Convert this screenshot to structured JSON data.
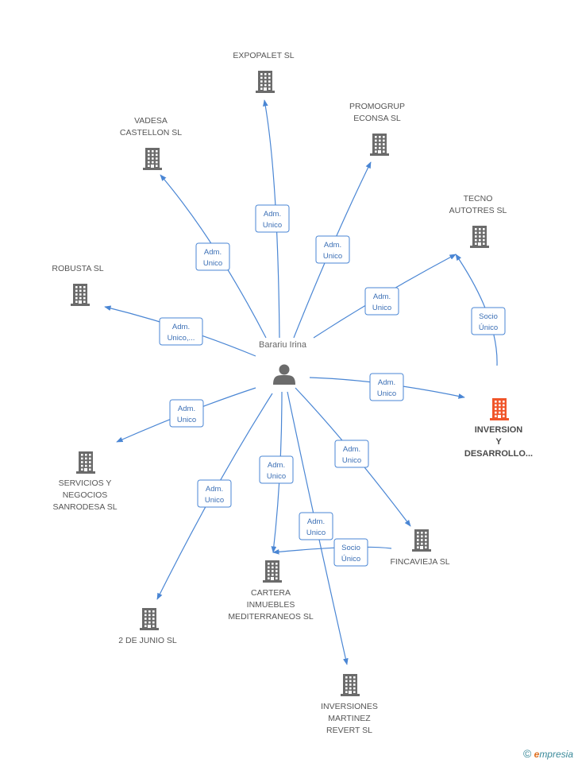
{
  "person": {
    "name": "Barariu Irina"
  },
  "companies": [
    {
      "id": "expopalet",
      "lines": [
        "EXPOPALET SL"
      ],
      "main": false
    },
    {
      "id": "vadesa",
      "lines": [
        "VADESA",
        "CASTELLON SL"
      ],
      "main": false
    },
    {
      "id": "promogrup",
      "lines": [
        "PROMOGRUP",
        "ECONSA SL"
      ],
      "main": false
    },
    {
      "id": "tecno",
      "lines": [
        "TECNO",
        "AUTOTRES SL"
      ],
      "main": false
    },
    {
      "id": "robusta",
      "lines": [
        "ROBUSTA SL"
      ],
      "main": false
    },
    {
      "id": "inversion",
      "lines": [
        "INVERSION",
        "Y",
        "DESARROLLO..."
      ],
      "main": true
    },
    {
      "id": "servicios",
      "lines": [
        "SERVICIOS Y",
        "NEGOCIOS",
        "SANRODESA SL"
      ],
      "main": false
    },
    {
      "id": "fincavieja",
      "lines": [
        "FINCAVIEJA SL"
      ],
      "main": false
    },
    {
      "id": "cartera",
      "lines": [
        "CARTERA",
        "INMUEBLES",
        "MEDITERRANEOS SL"
      ],
      "main": false
    },
    {
      "id": "junio",
      "lines": [
        "2 DE JUNIO SL"
      ],
      "main": false
    },
    {
      "id": "martinez",
      "lines": [
        "INVERSIONES",
        "MARTINEZ",
        "REVERT SL"
      ],
      "main": false
    }
  ],
  "relations": [
    {
      "from": "person",
      "to": "expopalet",
      "lines": [
        "Adm.",
        "Unico"
      ]
    },
    {
      "from": "person",
      "to": "vadesa",
      "lines": [
        "Adm.",
        "Unico"
      ]
    },
    {
      "from": "person",
      "to": "promogrup",
      "lines": [
        "Adm.",
        "Unico"
      ]
    },
    {
      "from": "person",
      "to": "tecno",
      "lines": [
        "Adm.",
        "Unico"
      ]
    },
    {
      "from": "person",
      "to": "robusta",
      "lines": [
        "Adm.",
        "Unico,..."
      ]
    },
    {
      "from": "person",
      "to": "inversion",
      "lines": [
        "Adm.",
        "Unico"
      ]
    },
    {
      "from": "person",
      "to": "servicios",
      "lines": [
        "Adm.",
        "Unico"
      ]
    },
    {
      "from": "person",
      "to": "fincavieja",
      "lines": [
        "Adm.",
        "Unico"
      ]
    },
    {
      "from": "person",
      "to": "cartera",
      "lines": [
        "Adm.",
        "Unico"
      ]
    },
    {
      "from": "person",
      "to": "junio",
      "lines": [
        "Adm.",
        "Unico"
      ]
    },
    {
      "from": "person",
      "to": "martinez",
      "lines": [
        "Adm.",
        "Unico"
      ]
    },
    {
      "from": "inversion",
      "to": "tecno",
      "lines": [
        "Socio",
        "Único"
      ]
    },
    {
      "from": "fincavieja",
      "to": "cartera",
      "lines": [
        "Socio",
        "Único"
      ]
    }
  ],
  "colors": {
    "edge": "#4a86d4",
    "building": "#6b6b6b",
    "main_building": "#f0552a"
  },
  "footer": {
    "copyright_symbol": "©",
    "brand_first": "e",
    "brand_rest": "mpresia"
  }
}
